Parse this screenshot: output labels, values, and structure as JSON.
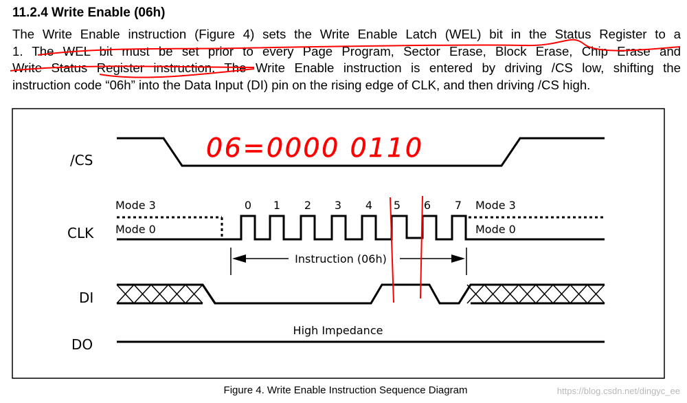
{
  "section": {
    "heading": "11.2.4  Write Enable (06h)",
    "paragraph_lines": [
      "The Write Enable instruction (Figure 4) sets the Write Enable Latch (WEL) bit in the Status Register to a",
      "1. The WEL bit must be set prior to every Page Program, Sector Erase, Block Erase, Chip Erase and",
      "Write Status Register instruction. The Write Enable instruction is entered by driving /CS low, shifting the",
      "instruction code “06h” into the Data Input (DI) pin on the rising edge of CLK, and then driving /CS high."
    ]
  },
  "diagram": {
    "signals": {
      "cs": "/CS",
      "clk": "CLK",
      "di": "DI",
      "do": "DO"
    },
    "mode3": "Mode 3",
    "mode0": "Mode 0",
    "clock_numbers": [
      "0",
      "1",
      "2",
      "3",
      "4",
      "5",
      "6",
      "7"
    ],
    "instruction_label": "Instruction (06h)",
    "high_impedance": "High Impedance",
    "caption": "Figure 4. Write Enable Instruction Sequence Diagram"
  },
  "annotation": {
    "handwritten": "06=0000 0110",
    "color": "#ff0000"
  },
  "watermark": "https://blog.csdn.net/dingyc_ee"
}
